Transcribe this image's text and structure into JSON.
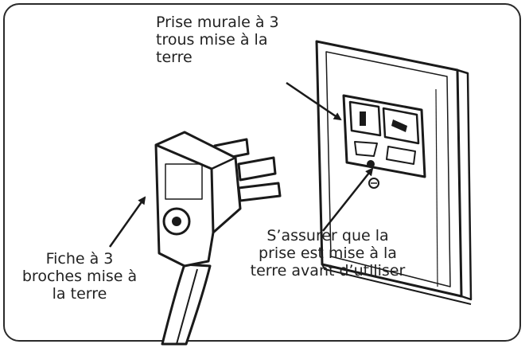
{
  "labels": {
    "outlet": "Prise murale à 3\ntrous mise à la\nterre",
    "plug": "Fiche à 3\nbroches mise à\nla terre",
    "check": "S’assurer que la\nprise est mise à la\nterre avant d’utiliser"
  },
  "colors": {
    "ink": "#222222",
    "frame": "#2a2a2a"
  }
}
